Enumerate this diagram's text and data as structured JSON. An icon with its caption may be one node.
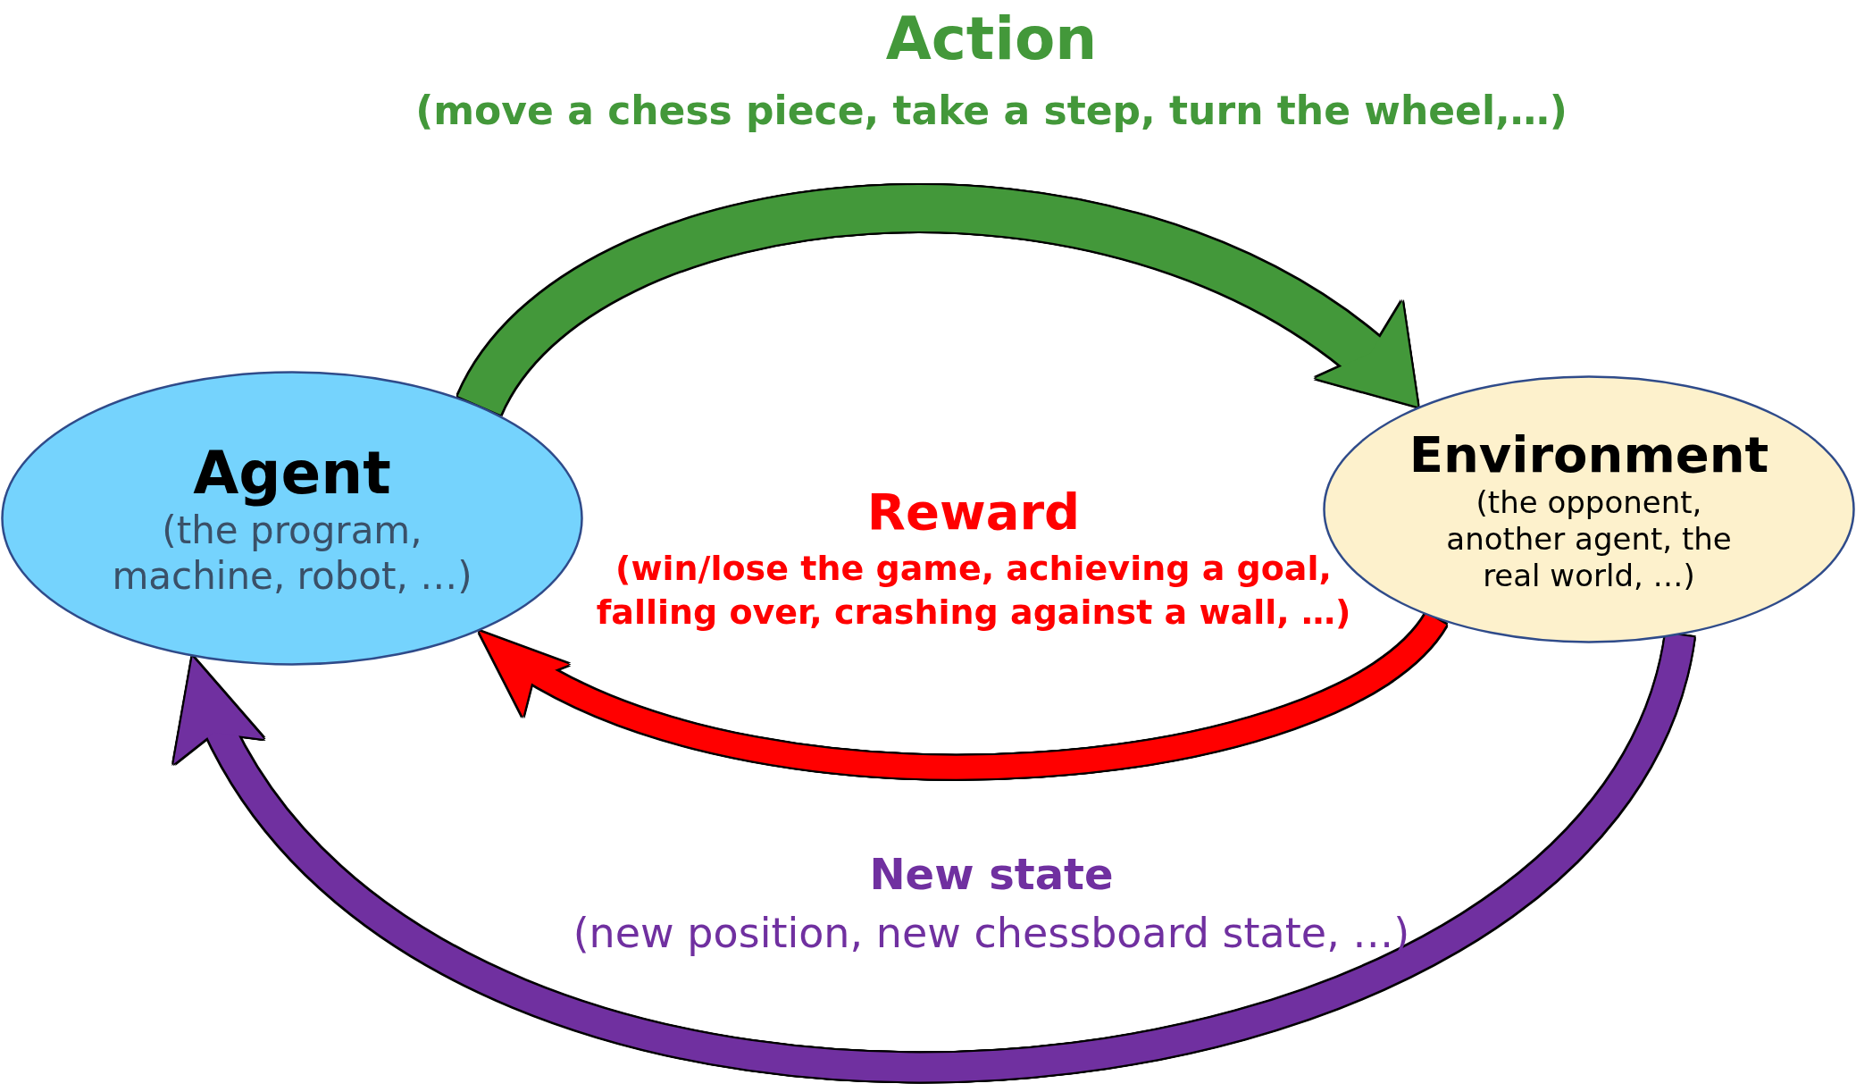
{
  "diagram": {
    "nodes": [
      {
        "text": [
          "Agent",
          "(the program, machine, robot, …)"
        ]
      },
      {
        "text": [
          "Environment",
          "(the opponent, another agent, the real world, …)"
        ]
      }
    ],
    "edges": [
      {
        "from": 0,
        "to": 1,
        "arrow": "to",
        "label": "Action",
        "color": "#43983a"
      },
      {
        "from": 1,
        "to": 0,
        "arrow": "to",
        "label": "Reward",
        "color": "#ff0000"
      },
      {
        "from": 1,
        "to": 0,
        "arrow": "to",
        "label": "New state",
        "color": "#7030a0"
      }
    ],
    "labels": [
      "(move a chess piece, take a step, turn the wheel,…)",
      "(win/lose the game, achieving a goal, falling over, crashing against a wall, …)",
      "(new position, new chessboard state, …)"
    ]
  }
}
